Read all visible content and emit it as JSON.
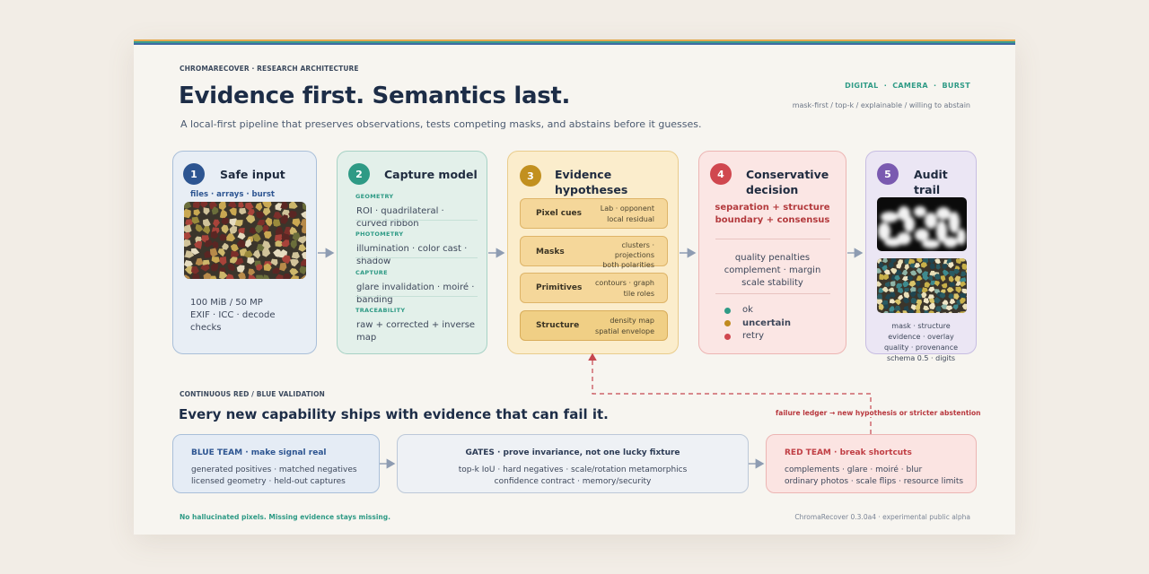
{
  "header": {
    "eyebrow": "CHROMARECOVER · RESEARCH ARCHITECTURE",
    "title": "Evidence first. Semantics last.",
    "subtitle": "A local-first pipeline that preserves observations, tests competing masks, and abstains before it guesses.",
    "modes": "DIGITAL  ·  CAMERA  ·  BURST",
    "tagline": "mask-first / top-k / explainable / willing to abstain"
  },
  "stages": {
    "s1": {
      "num": "1",
      "name": "Safe input",
      "formats": "files · arrays · burst",
      "limits": [
        "100 MiB / 50 MP",
        "EXIF · ICC · decode",
        "checks"
      ]
    },
    "s2": {
      "num": "2",
      "name": "Capture model",
      "sections": [
        {
          "label": "GEOMETRY",
          "lines": [
            "ROI · quadrilateral ·",
            "curved ribbon"
          ]
        },
        {
          "label": "PHOTOMETRY",
          "lines": [
            "illumination · color cast ·",
            "shadow"
          ]
        },
        {
          "label": "CAPTURE",
          "lines": [
            "glare invalidation · moiré ·",
            "banding"
          ]
        },
        {
          "label": "TRACEABILITY",
          "lines": [
            "raw + corrected + inverse",
            "map"
          ]
        }
      ]
    },
    "s3": {
      "num": "3",
      "name_lines": [
        "Evidence",
        "hypotheses"
      ],
      "items": [
        {
          "name": "Pixel cues",
          "desc": [
            "Lab · opponent",
            "local residual"
          ]
        },
        {
          "name": "Masks",
          "desc": [
            "clusters ·",
            "projections",
            "both polarities"
          ]
        },
        {
          "name": "Primitives",
          "desc": [
            "contours · graph",
            "tile roles"
          ]
        },
        {
          "name": "Structure",
          "desc": [
            "density map",
            "spatial envelope"
          ]
        }
      ]
    },
    "s4": {
      "num": "4",
      "name_lines": [
        "Conservative",
        "decision"
      ],
      "criteria": [
        "separation + structure",
        "boundary + consensus"
      ],
      "penalties": [
        "quality penalties",
        "complement · margin",
        "scale stability"
      ],
      "outcomes": [
        {
          "label": "ok",
          "color": "#2f9b86"
        },
        {
          "label": "uncertain",
          "color": "#c08a1f"
        },
        {
          "label": "retry",
          "color": "#d0474f"
        }
      ]
    },
    "s5": {
      "num": "5",
      "name_lines": [
        "Audit",
        "trail"
      ],
      "outputs": [
        "mask · structure",
        "evidence · overlay",
        "quality · provenance",
        "schema 0.5 · digits"
      ]
    }
  },
  "validation": {
    "eyebrow": "CONTINUOUS RED / BLUE VALIDATION",
    "heading": "Every new capability ships with evidence that can fail it.",
    "feedback_note": "failure ledger → new hypothesis or stricter abstention",
    "blue": {
      "title": "BLUE TEAM · make signal real",
      "lines": [
        "generated positives · matched negatives",
        "licensed geometry · held-out captures"
      ]
    },
    "gates": {
      "title": "GATES · prove invariance, not one lucky fixture",
      "lines": [
        "top-k IoU · hard negatives · scale/rotation metamorphics",
        "confidence contract · memory/security"
      ]
    },
    "red": {
      "title": "RED TEAM · break shortcuts",
      "lines": [
        "complements · glare · moiré · blur",
        "ordinary photos · scale flips · resource limits"
      ]
    }
  },
  "footer": {
    "left": "No hallucinated pixels. Missing evidence stays missing.",
    "right": "ChromaRecover 0.3.0a4 · experimental public alpha"
  },
  "colors": {
    "stripe": [
      "#e3a84d",
      "#3b9c8c",
      "#3f6aa3"
    ],
    "stage1": "#2d5591",
    "stage2": "#2e9a85",
    "stage3": "#c2901f",
    "stage4": "#d0474f",
    "stage5": "#7a5ab0",
    "arrow": "#8e9cb2",
    "dashed": "#c6474f"
  }
}
